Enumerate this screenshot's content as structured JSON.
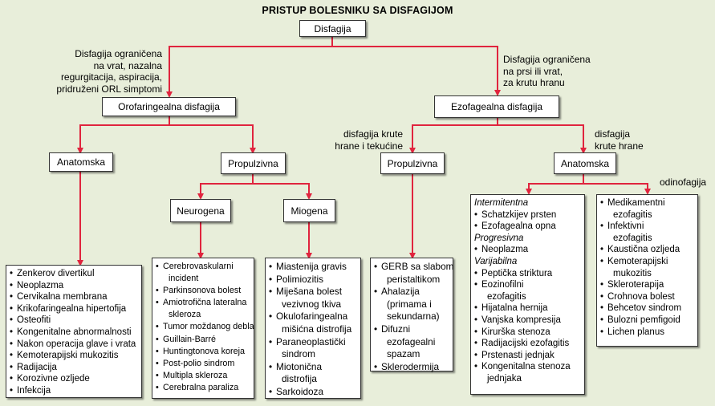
{
  "title": "PRISTUP BOLESNIKU SA DISFAGIJOM",
  "colors": {
    "line": "#e0243e",
    "background": "#e8eeda",
    "box": "#ffffff"
  },
  "nodes": {
    "root": "Disfagija",
    "oro": "Orofaringealna disfagija",
    "ezo": "Ezofagealna disfagija",
    "oro_anat": "Anatomska",
    "oro_prop": "Propulzivna",
    "neuro": "Neurogena",
    "mio": "Miogena",
    "ezo_prop": "Propulzivna",
    "ezo_anat": "Anatomska"
  },
  "edge_labels": {
    "left": [
      "Disfagija ograničena",
      "na vrat, nazalna",
      "regurgitacija, aspiracija,",
      "pridruženi ORL simptomi"
    ],
    "right": [
      "Disfagija ograničena",
      "na prsi ili vrat,",
      "za krutu hranu"
    ],
    "ezo_prop": [
      "disfagija krute",
      "hrane i tekućine"
    ],
    "ezo_anat": [
      "disfagija",
      "krute hrane"
    ],
    "odino": "odinofagija"
  },
  "lists": {
    "oro_anat": [
      "Zenkerov divertikul",
      "Neoplazma",
      "Cervikalna membrana",
      "Krikofaringealna hipertofija",
      "Osteofiti",
      "Kongenitalne abnormalnosti",
      "Nakon operacija glave i vrata",
      "Kemoterapijski mukozitis",
      "Radijacija",
      "Korozivne ozljede",
      "Infekcija"
    ],
    "neuro": [
      [
        "Cerebrovaskularni",
        "incident"
      ],
      [
        "Parkinsonova bolest"
      ],
      [
        "Amiotrofična lateralna",
        "skleroza"
      ],
      [
        "Tumor moždanog debla"
      ],
      [
        "Guillain-Barré"
      ],
      [
        "Huntingtonova koreja"
      ],
      [
        "Post-polio sindrom"
      ],
      [
        "Multipla skleroza"
      ],
      [
        "Cerebralna paraliza"
      ]
    ],
    "mio": [
      [
        "Miastenija gravis"
      ],
      [
        "Polimiozitis"
      ],
      [
        "Miješana bolest",
        "vezivnog tkiva"
      ],
      [
        "Okulofaringealna",
        "mišićna distrofija"
      ],
      [
        "Paraneoplastički",
        "sindrom"
      ],
      [
        "Miotonična",
        "distrofija"
      ],
      [
        "Sarkoidoza"
      ]
    ],
    "ezo_prop": [
      [
        "GERB sa slabom",
        "peristaltikom"
      ],
      [
        "Ahalazija",
        "(primama i",
        "sekundarna)"
      ],
      [
        "Difuzni",
        "ezofagealni",
        "spazam"
      ],
      [
        "Sklerodermija"
      ]
    ],
    "ezo_anat_mid": {
      "groups": [
        {
          "header": "Intermitentna",
          "items": [
            [
              "Schatzkijev prsten"
            ],
            [
              "Ezofagealna opna"
            ]
          ]
        },
        {
          "header": "Progresivna",
          "items": [
            [
              "Neoplazma"
            ]
          ]
        },
        {
          "header": "Varijabilna",
          "items": [
            [
              "Peptička striktura"
            ],
            [
              "Eozinofilni",
              "ezofagitis"
            ],
            [
              "Hijatalna hernija"
            ],
            [
              "Vanjska kompresija"
            ],
            [
              "Kirurška stenoza"
            ],
            [
              "Radijacijski ezofagitis"
            ],
            [
              "Prstenasti jednjak"
            ],
            [
              "Kongenitalna stenoza",
              "jednjaka"
            ]
          ]
        }
      ]
    },
    "ezo_anat_right": [
      [
        "Medikamentni",
        "ezofagitis"
      ],
      [
        "Infektivni",
        "ezofagitis"
      ],
      [
        "Kaustična ozljeda"
      ],
      [
        "Kemoterapijski",
        "mukozitis"
      ],
      [
        "Skleroterapija"
      ],
      [
        "Crohnova bolest"
      ],
      [
        "Behcetov sindrom"
      ],
      [
        "Bulozni pemfigoid"
      ],
      [
        "Lichen planus"
      ]
    ]
  }
}
